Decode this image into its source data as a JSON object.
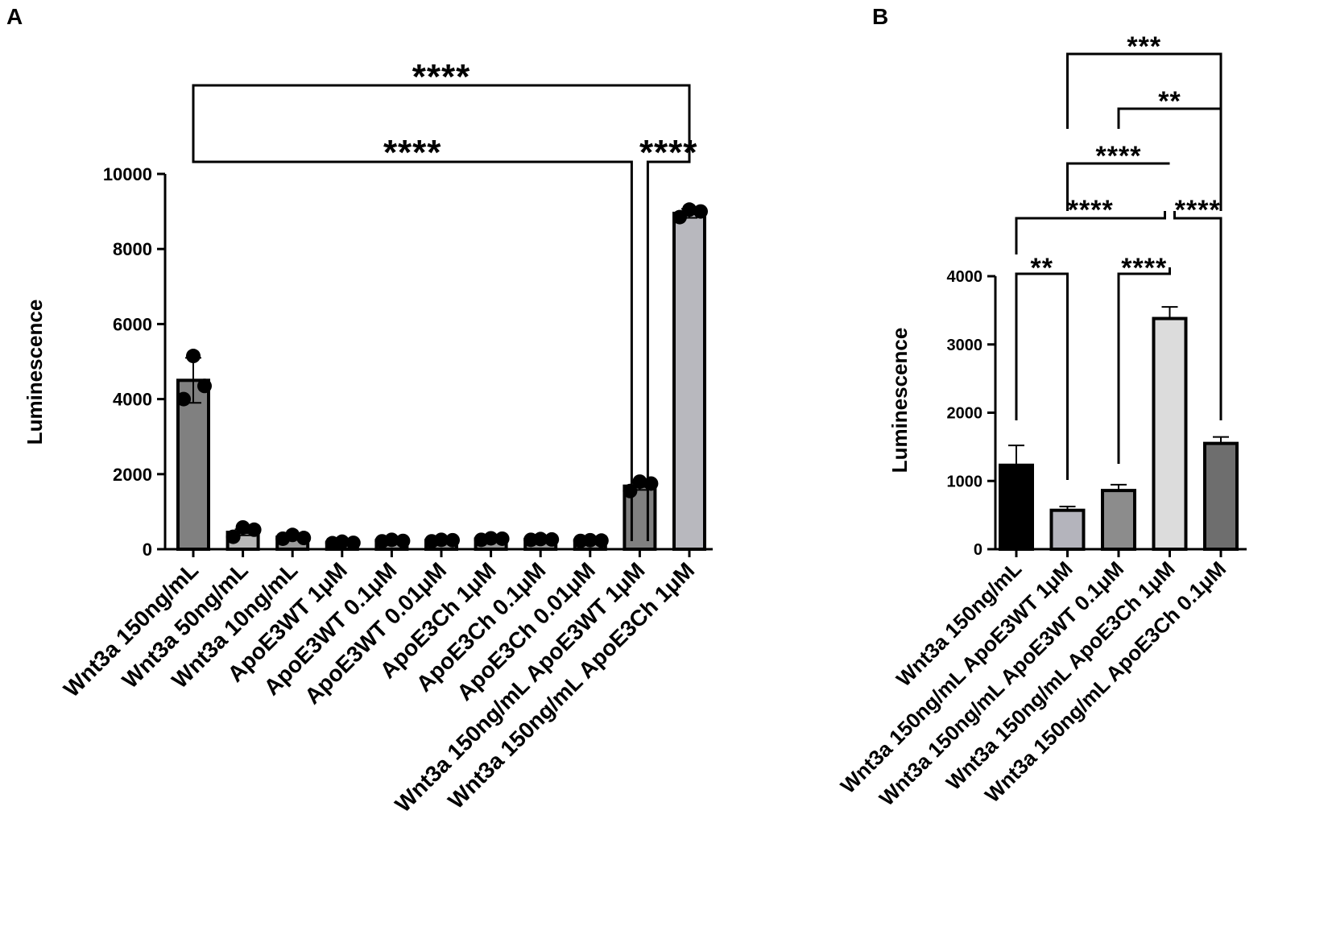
{
  "chart_data": [
    {
      "panel": "A",
      "type": "bar",
      "ylabel": "Luminescence",
      "ylim": [
        0,
        10000
      ],
      "yticks": [
        "0",
        "2000",
        "4000",
        "6000",
        "8000",
        "10000"
      ],
      "categories": [
        "Wnt3a 150ng/mL",
        "Wnt3a 50ng/mL",
        "Wnt3a 10ng/mL",
        "ApoE3WT 1μM",
        "ApoE3WT 0.1μM",
        "ApoE3WT 0.01μM",
        "ApoE3Ch 1μM",
        "ApoE3Ch 0.1μM",
        "ApoE3Ch 0.01μM",
        "Wnt3a 150ng/mL ApoE3WT 1μM",
        "Wnt3a 150ng/mL ApoE3Ch 1μM"
      ],
      "values": [
        4500,
        450,
        320,
        180,
        230,
        230,
        270,
        260,
        230,
        1680,
        8950
      ],
      "errors": [
        600,
        80,
        50,
        30,
        30,
        30,
        30,
        30,
        30,
        100,
        120
      ],
      "points": [
        [
          5150,
          4350,
          4000
        ],
        [
          580,
          520,
          330
        ],
        [
          380,
          300,
          280
        ],
        [
          200,
          170,
          160
        ],
        [
          250,
          220,
          210
        ],
        [
          250,
          240,
          210
        ],
        [
          290,
          280,
          250
        ],
        [
          270,
          260,
          250
        ],
        [
          240,
          230,
          220
        ],
        [
          1800,
          1750,
          1550
        ],
        [
          9050,
          9000,
          8850
        ]
      ],
      "colors": [
        "#808080",
        "#b8b8b8",
        "#9a9a9a",
        "#9a9a9a",
        "#9a9a9a",
        "#9a9a9a",
        "#9a9a9a",
        "#9a9a9a",
        "#9a9a9a",
        "#808080",
        "#b8b8be"
      ],
      "comparisons": [
        {
          "a": 0,
          "b": 10,
          "label": "****"
        },
        {
          "a": 0,
          "b": 9,
          "label": "****"
        },
        {
          "a": 9,
          "b": 10,
          "label": "****"
        }
      ]
    },
    {
      "panel": "B",
      "type": "bar",
      "ylabel": "Luminescence",
      "ylim": [
        0,
        4000
      ],
      "yticks": [
        "0",
        "1000",
        "2000",
        "3000",
        "4000"
      ],
      "categories": [
        "Wnt3a 150ng/mL",
        "Wnt3a 150ng/mL ApoE3WT 1μM",
        "Wnt3a 150ng/mL ApoE3WT 0.1μM",
        "Wnt3a 150ng/mL ApoE3Ch 1μM",
        "Wnt3a 150ng/mL ApoE3Ch 0.1μM"
      ],
      "values": [
        1230,
        570,
        860,
        3380,
        1550
      ],
      "errors": [
        290,
        55,
        85,
        170,
        95
      ],
      "colors": [
        "#000000",
        "#b4b4bc",
        "#8c8c8c",
        "#dcdcdc",
        "#6e6e6e"
      ],
      "comparisons": [
        {
          "a": 0,
          "b": 1,
          "label": "**"
        },
        {
          "a": 2,
          "b": 3,
          "label": "****"
        },
        {
          "a": 0,
          "b": 3,
          "label": "****"
        },
        {
          "a": 3,
          "b": 4,
          "label": "****"
        },
        {
          "a": 1,
          "b": 3,
          "label": "****"
        },
        {
          "a": 2,
          "b": 4,
          "label": "**"
        },
        {
          "a": 1,
          "b": 4,
          "label": "***"
        }
      ]
    }
  ]
}
